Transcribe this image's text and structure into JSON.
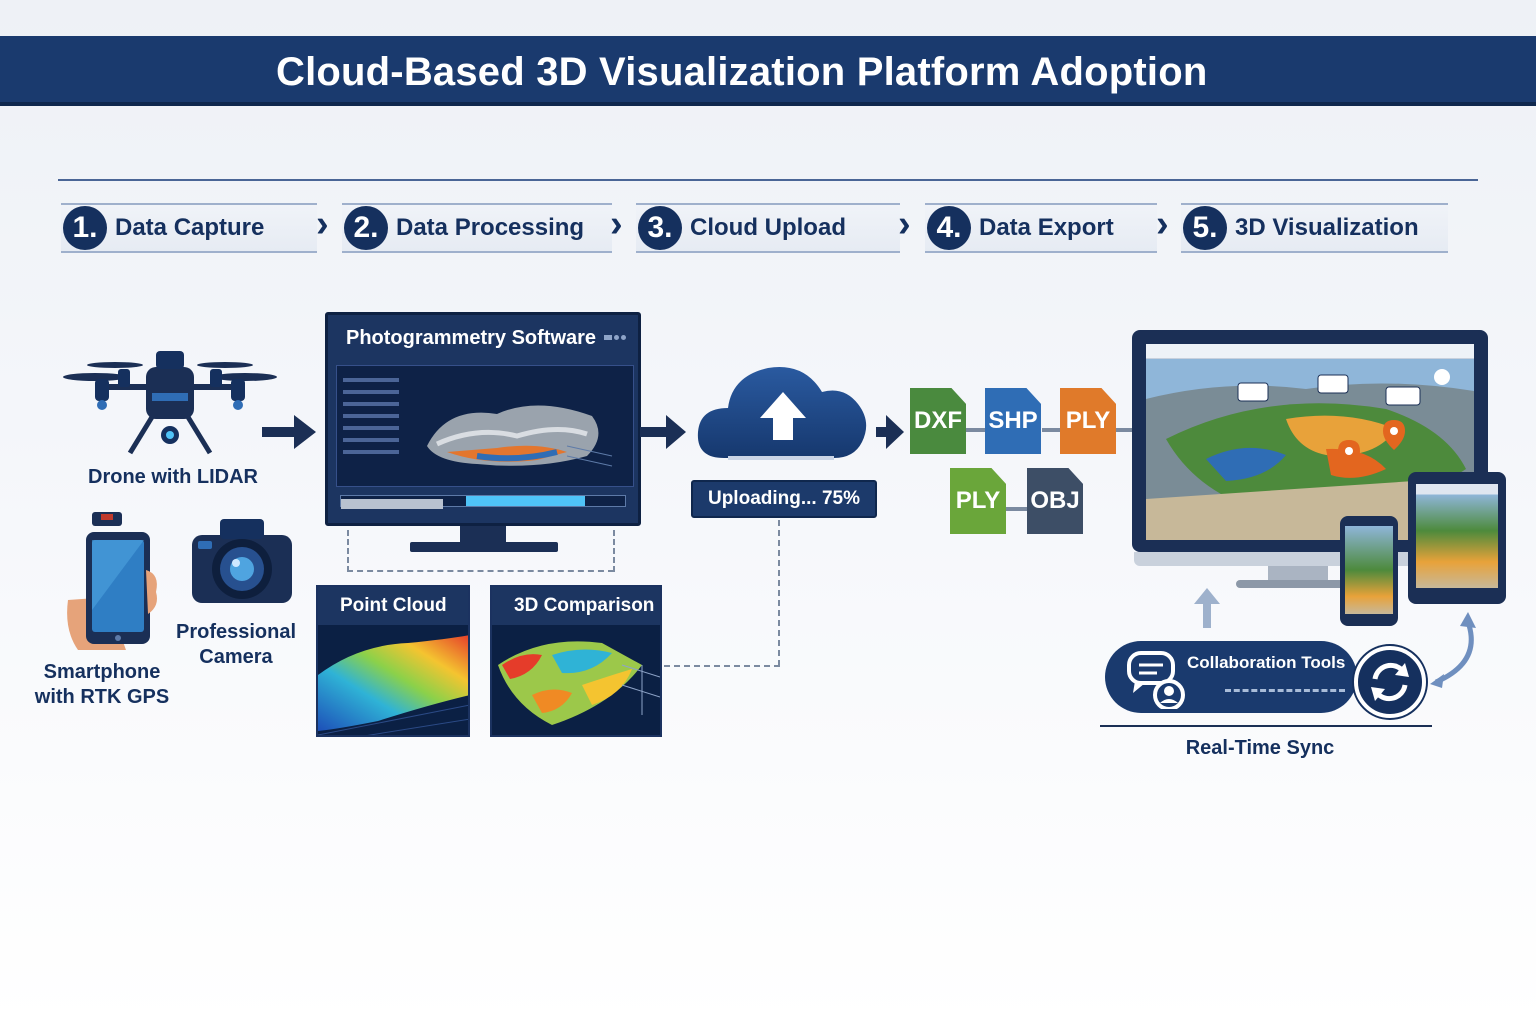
{
  "title": "Cloud-Based 3D Visualization Platform Adoption",
  "steps": [
    {
      "num": "1.",
      "label": "Data Capture"
    },
    {
      "num": "2.",
      "label": "Data Processing"
    },
    {
      "num": "3.",
      "label": "Cloud Upload"
    },
    {
      "num": "4.",
      "label": "Data Export"
    },
    {
      "num": "5.",
      "label": "3D Visualization"
    }
  ],
  "capture": {
    "drone": "Drone with LIDAR",
    "smartphone": "Smartphone\nwith RTK GPS",
    "camera": "Professional\nCamera"
  },
  "processing": {
    "software_title": "Photogrammetry Software",
    "point_cloud": "Point Cloud",
    "comparison": "3D Comparison"
  },
  "upload": {
    "status": "Uploading... 75%",
    "progress": 0.75
  },
  "export": {
    "formats": [
      "DXF",
      "SHP",
      "PLY",
      "PLY",
      "OBJ"
    ]
  },
  "visualization": {
    "collaboration": "Collaboration Tools",
    "sync": "Real-Time Sync"
  },
  "colors": {
    "navy": "#1a3a6e",
    "dxf": "#4a8a3e",
    "shp": "#2f6db5",
    "ply_orange": "#e07a2a",
    "ply_green": "#6aa63a",
    "obj": "#3d4e66",
    "accent_blue": "#4fc3f7"
  },
  "icons": [
    "drone-icon",
    "smartphone-icon",
    "camera-icon",
    "cloud-upload-icon",
    "chat-icon",
    "user-icon",
    "sync-icon",
    "map-pin-icon"
  ]
}
